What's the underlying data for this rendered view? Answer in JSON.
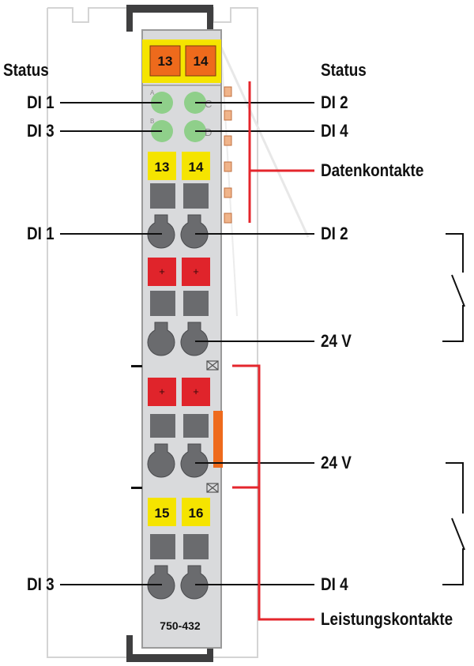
{
  "labels": {
    "status_left": "Status",
    "status_right": "Status",
    "di1_led": "DI 1",
    "di2_led": "DI 2",
    "di3_led": "DI 3",
    "di4_led": "DI 4",
    "datenkontakte": "Datenkontakte",
    "di1_term": "DI 1",
    "di2_term": "DI 2",
    "v24_a": "24 V",
    "v24_b": "24 V",
    "di3_term": "DI 3",
    "di4_term": "DI 4",
    "leistungskontakte": "Leistungskontakte"
  },
  "module": {
    "part_number": "750-432",
    "top_tag_left": "13",
    "top_tag_right": "14",
    "tag1_left": "13",
    "tag1_right": "14",
    "tag2_left": "15",
    "tag2_right": "16",
    "plus_a_left": "+",
    "plus_a_right": "+",
    "plus_b_left": "+",
    "plus_b_right": "+",
    "led_a": "A",
    "led_b": "B",
    "led_c": "C",
    "led_d": "D"
  },
  "colors": {
    "module_body": "#d9dadc",
    "yellow": "#f5e400",
    "orange": "#ee6a1c",
    "red_block": "#e0242b",
    "led_green": "#8fcf8a",
    "bracket_red": "#e4262c",
    "terminal_gray": "#6a6b6e"
  }
}
